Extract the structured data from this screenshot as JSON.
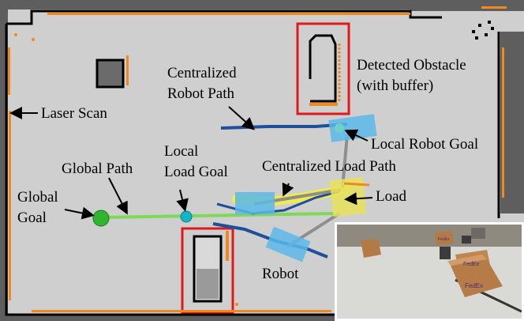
{
  "labels": {
    "detected_obstacle": "Detected Obstacle",
    "with_buffer": "(with buffer)",
    "centralized_robot_path_1": "Centralized",
    "centralized_robot_path_2": "Robot Path",
    "laser_scan": "Laser Scan",
    "local_load_goal_1": "Local",
    "local_load_goal_2": "Load Goal",
    "global_path": "Global Path",
    "centralized_load_path": "Centralized Load Path",
    "local_robot_goal": "Local Robot Goal",
    "global_goal_1": "Global",
    "global_goal_2": "Goal",
    "load": "Load",
    "robot": "Robot"
  },
  "inset_photo": {
    "box_labels": [
      "FedEx",
      "FedEx",
      "FedEx"
    ]
  },
  "colors": {
    "map_gray": "#cfcfcf",
    "wall": "#000000",
    "laser_points": "#f08a1e",
    "highlight_box": "#e01a1a",
    "robot_path": "#1f4e9a",
    "global_path": "#7ed957",
    "load_path": "#f5ee36",
    "robot_body": "#5bb8ea",
    "global_goal": "#2fb52f",
    "local_load_goal": "#17b5c4"
  }
}
